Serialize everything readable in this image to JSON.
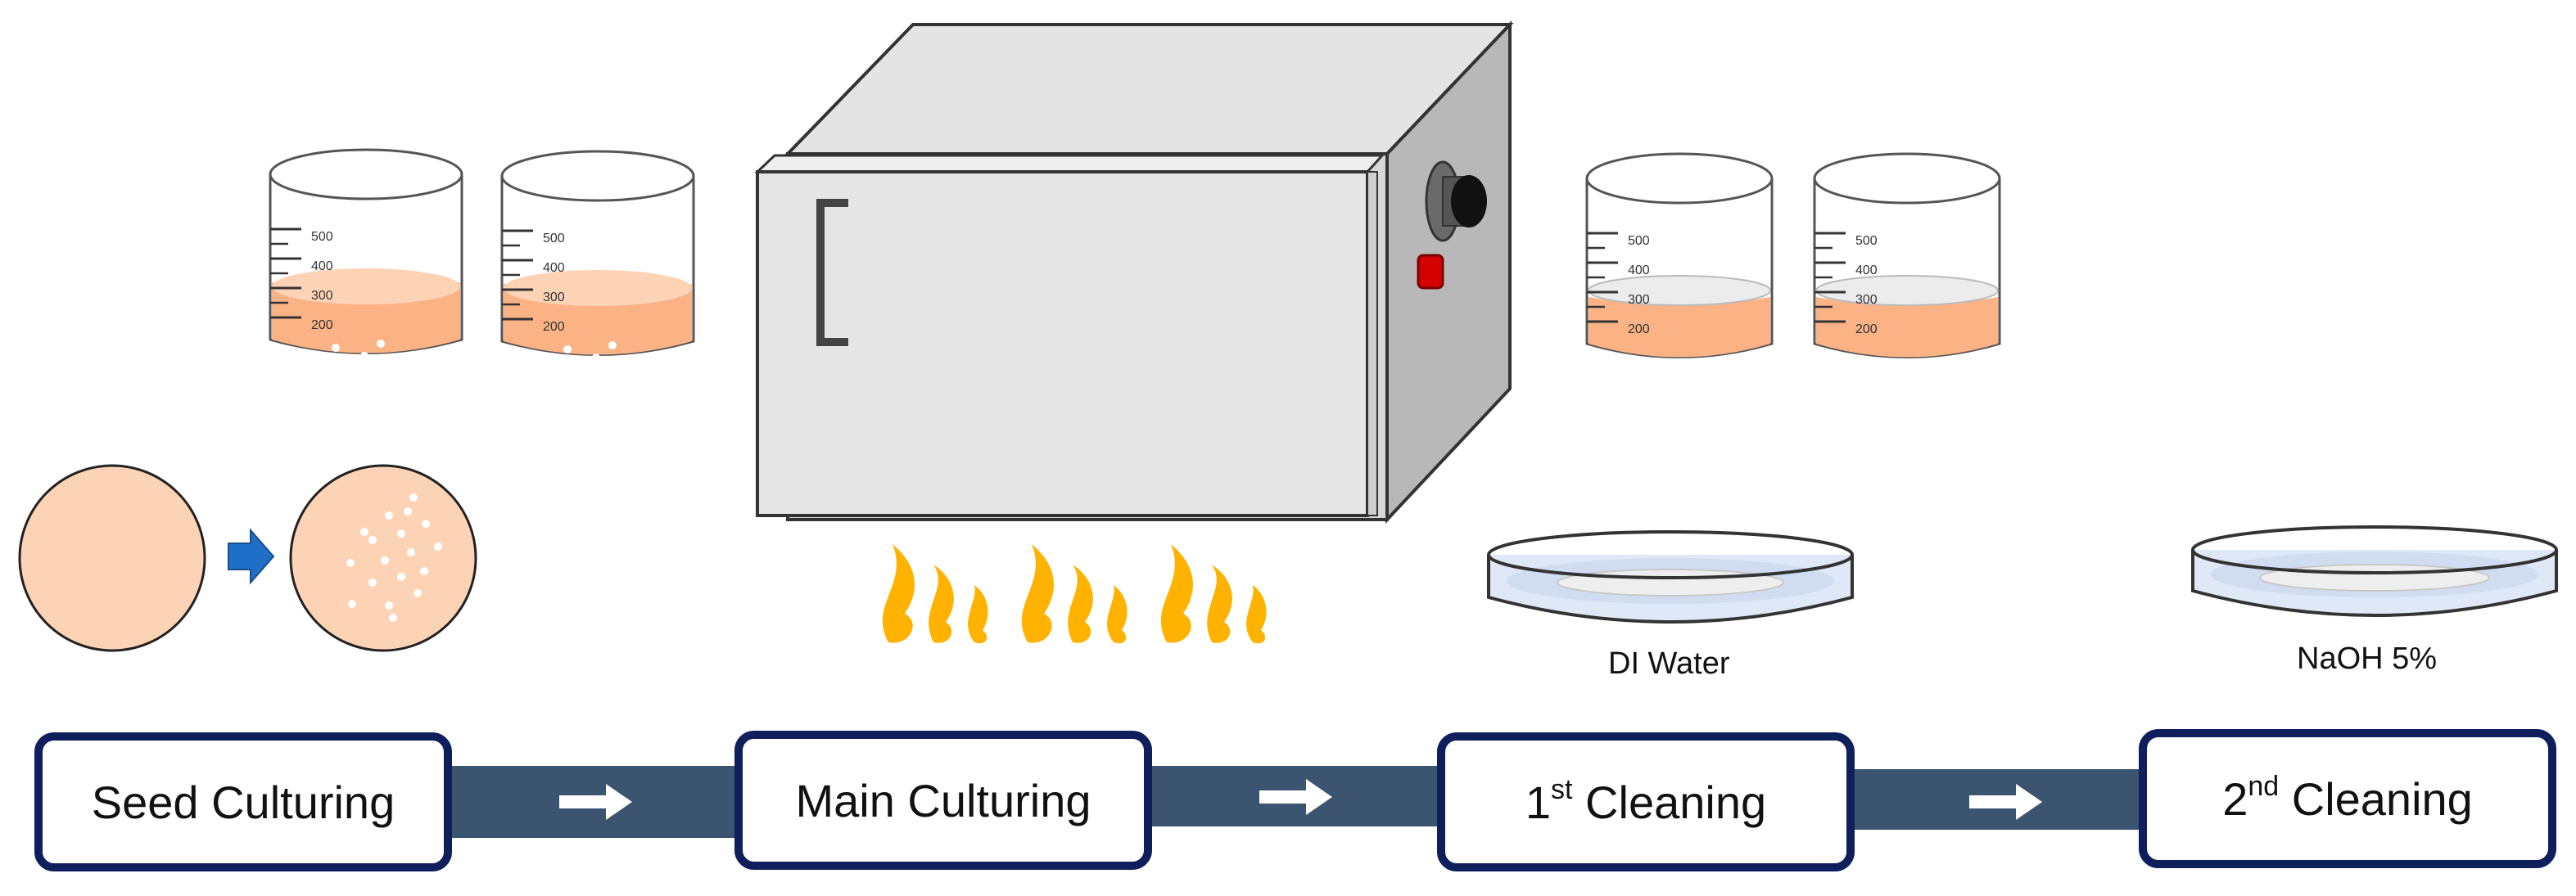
{
  "beakers": {
    "scale_labels": [
      "500",
      "400",
      "300",
      "200"
    ]
  },
  "steps": [
    {
      "prefix": "Seed Culturing",
      "sup": "",
      "suffix": ""
    },
    {
      "prefix": "Main Culturing",
      "sup": "",
      "suffix": ""
    },
    {
      "prefix": "1",
      "sup": "st",
      "suffix": " Cleaning"
    },
    {
      "prefix": "2",
      "sup": "nd",
      "suffix": " Cleaning"
    }
  ],
  "dishes": {
    "di_water_label": "DI Water",
    "naoh_label": "NaOH 5%"
  },
  "colors": {
    "culture_medium": "#fbb285",
    "culture_surface": "#fdd3b6",
    "dish_liquid": "#d9e4f5",
    "connector_band": "#3b5470",
    "box_border": "#0e1f5c",
    "arrow_blue": "#1f6fc6",
    "flame": "#ffb300",
    "oven_body": "#e6e6e6",
    "oven_side": "#b8b8b8"
  }
}
